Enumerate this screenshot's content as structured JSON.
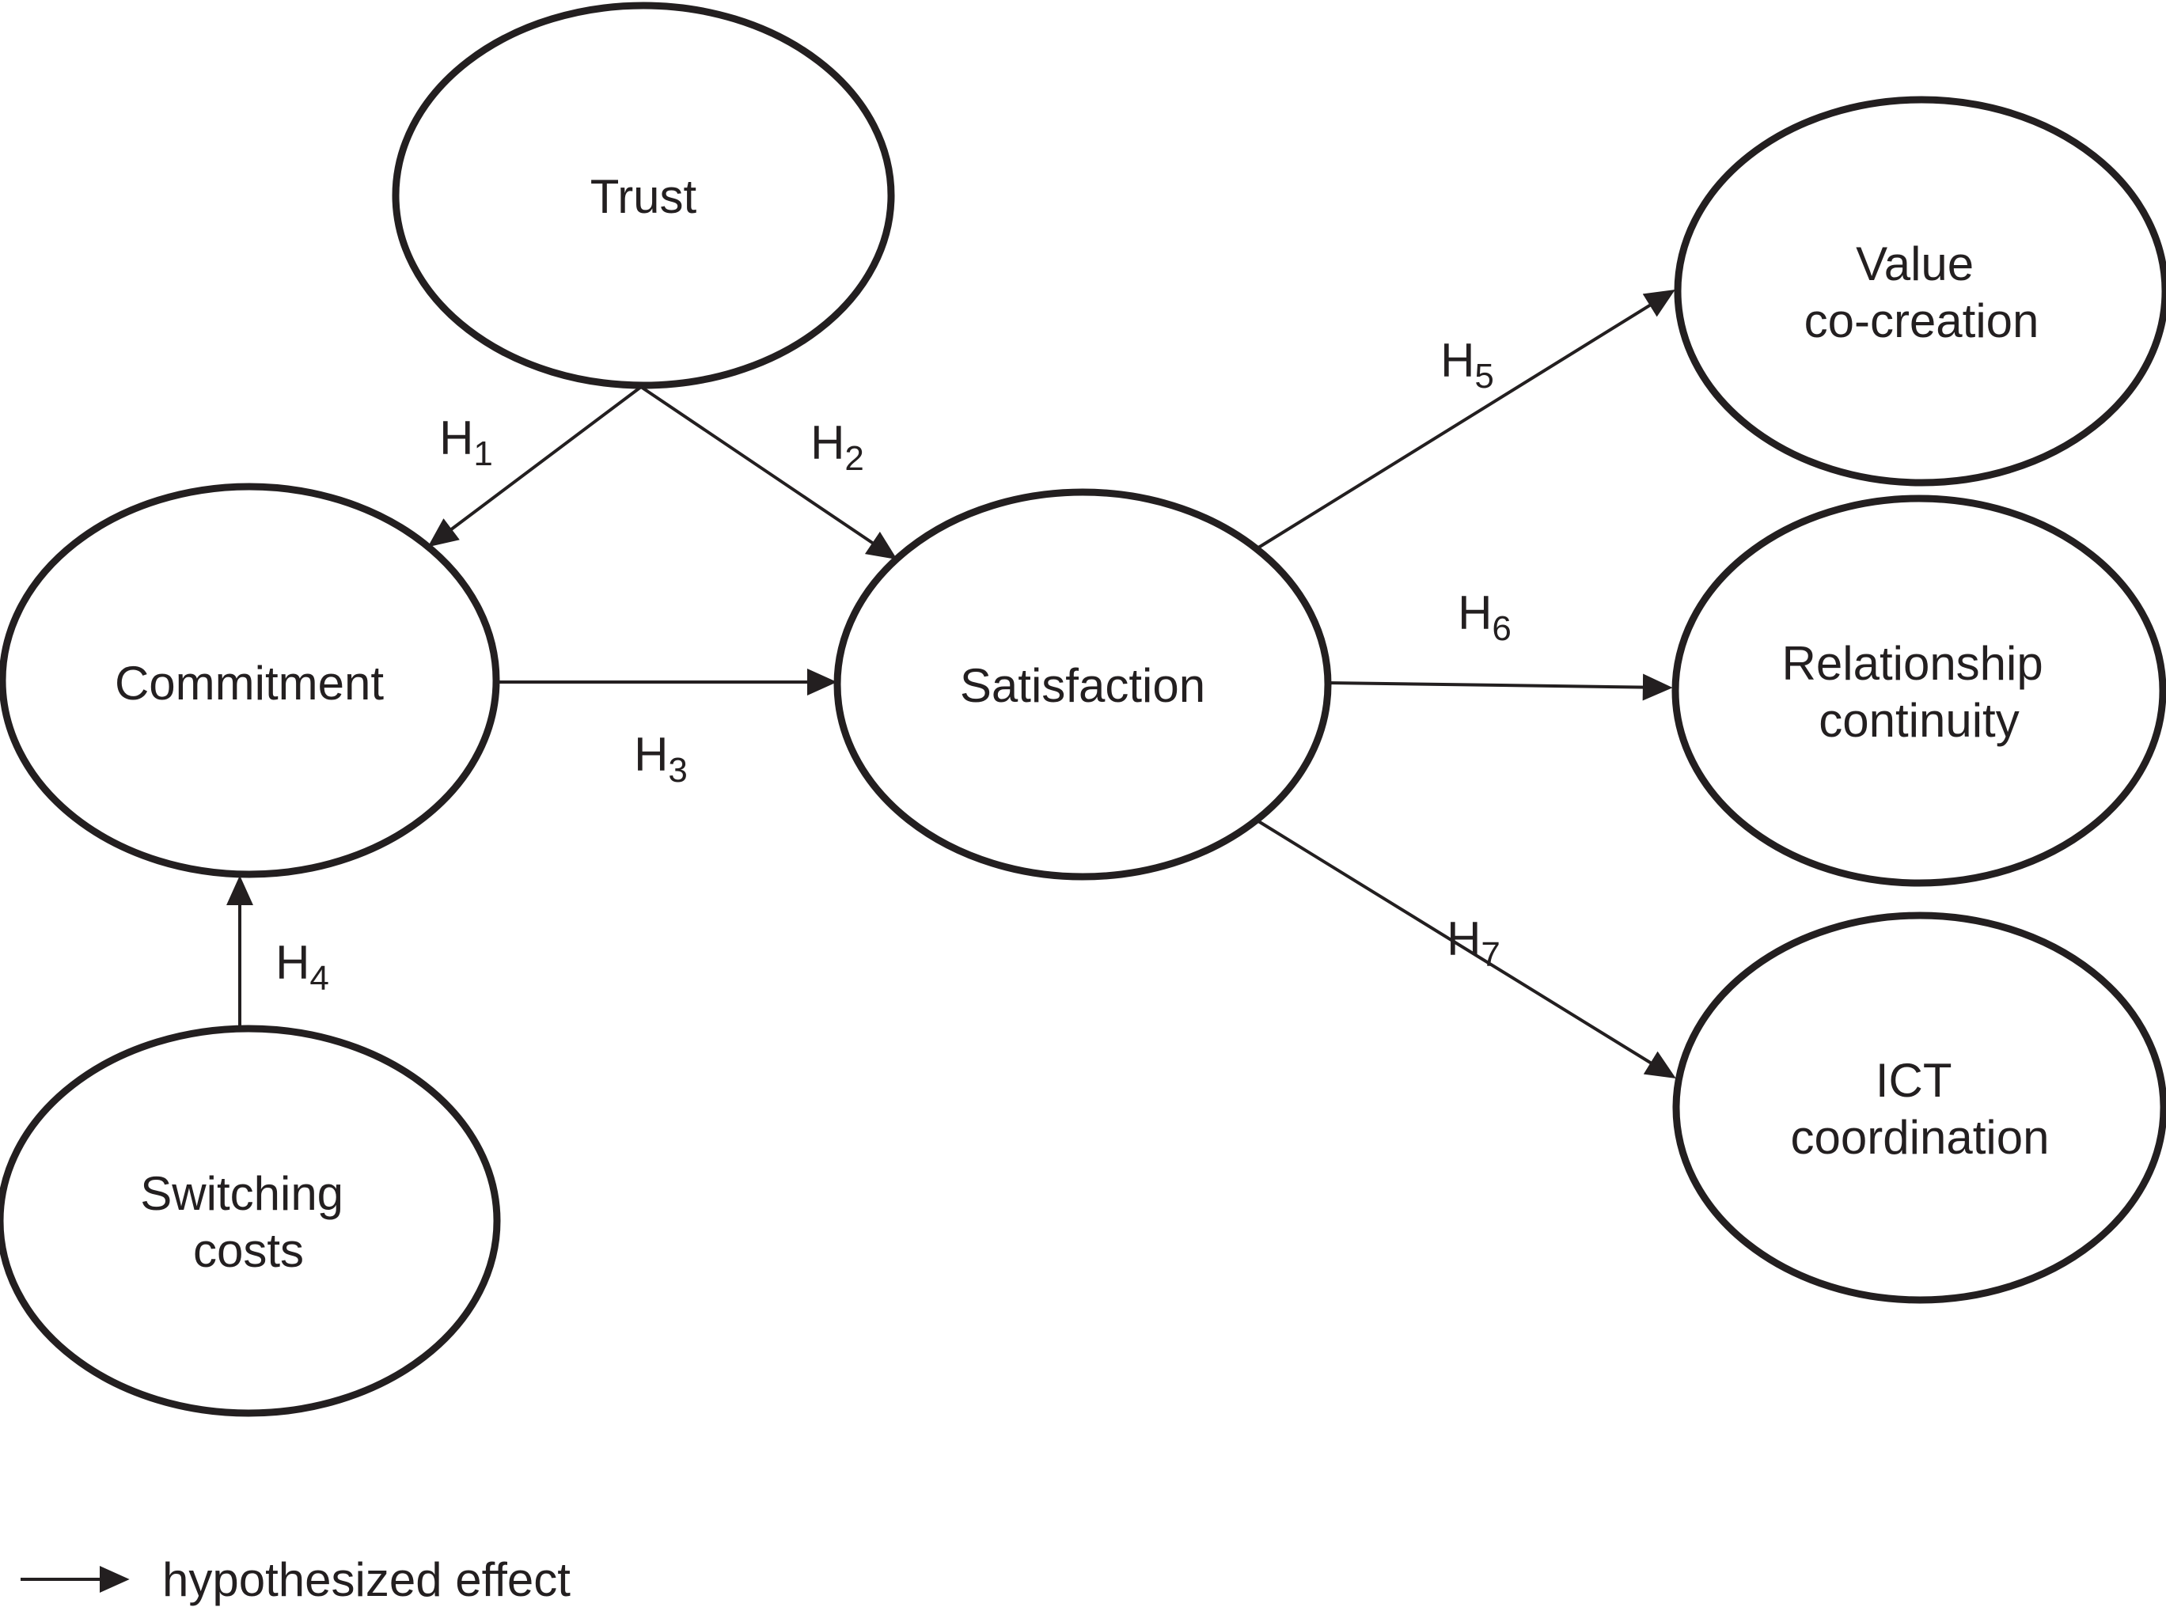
{
  "colors": {
    "ink": "#231f20",
    "background": "#ffffff"
  },
  "nodes": {
    "trust": {
      "label": "Trust"
    },
    "commitment": {
      "label": "Commitment"
    },
    "satisfaction": {
      "label": "Satisfaction"
    },
    "switching_costs": {
      "line1": "Switching",
      "line2": "costs"
    },
    "value_co_creation": {
      "line1": "Value",
      "line2": "co-creation"
    },
    "relationship_continuity": {
      "line1": "Relationship",
      "line2": "continuity"
    },
    "ict_coordination": {
      "line1": "ICT",
      "line2": "coordination"
    }
  },
  "hypotheses": {
    "h1": {
      "main": "H",
      "sub": "1"
    },
    "h2": {
      "main": "H",
      "sub": "2"
    },
    "h3": {
      "main": "H",
      "sub": "3"
    },
    "h4": {
      "main": "H",
      "sub": "4"
    },
    "h5": {
      "main": "H",
      "sub": "5"
    },
    "h6": {
      "main": "H",
      "sub": "6"
    },
    "h7": {
      "main": "H",
      "sub": "7"
    }
  },
  "edges": [
    {
      "id": "H1",
      "from": "Trust",
      "to": "Commitment"
    },
    {
      "id": "H2",
      "from": "Trust",
      "to": "Satisfaction"
    },
    {
      "id": "H3",
      "from": "Commitment",
      "to": "Satisfaction"
    },
    {
      "id": "H4",
      "from": "Switching costs",
      "to": "Commitment"
    },
    {
      "id": "H5",
      "from": "Satisfaction",
      "to": "Value co-creation"
    },
    {
      "id": "H6",
      "from": "Satisfaction",
      "to": "Relationship continuity"
    },
    {
      "id": "H7",
      "from": "Satisfaction",
      "to": "ICT coordination"
    }
  ],
  "legend": {
    "label": "hypothesized effect"
  }
}
